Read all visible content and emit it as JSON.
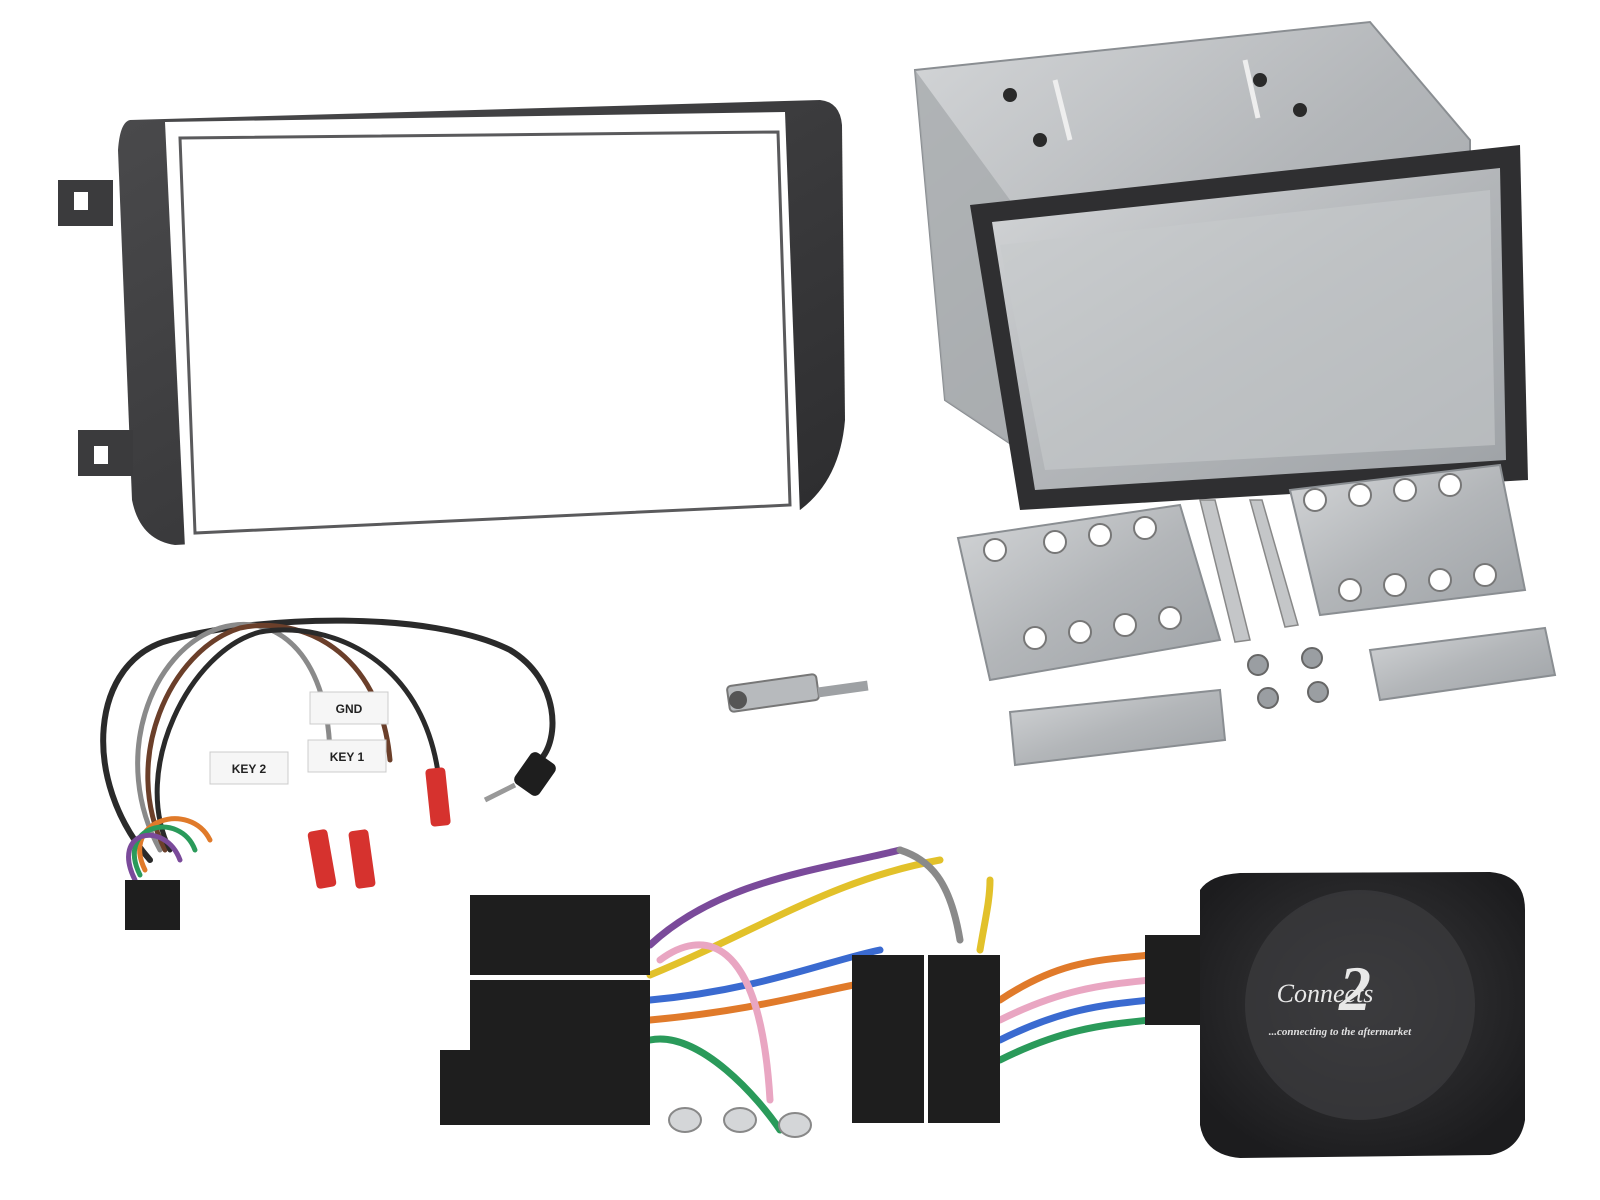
{
  "product": {
    "labels": {
      "gnd": "GND",
      "key1": "KEY 1",
      "key2": "KEY 2"
    },
    "module": {
      "brand": "Connects",
      "brand_numeral": "2",
      "tagline": "...connecting to the aftermarket"
    }
  },
  "colors": {
    "fascia": "#3a3a3c",
    "steel": "#b9bcbf",
    "connector": "#1e1e1e",
    "module_body": "#2b2b2d",
    "red_terminal": "#d6322e",
    "wire_purple": "#7a4a9a",
    "wire_orange": "#e07a2a",
    "wire_green": "#2a9a5a",
    "wire_yellow": "#e2c12a",
    "wire_blue": "#3a6ad0",
    "wire_pink": "#e9a6c2",
    "wire_grey": "#8a8a8a",
    "wire_brown": "#6b3f2a"
  }
}
